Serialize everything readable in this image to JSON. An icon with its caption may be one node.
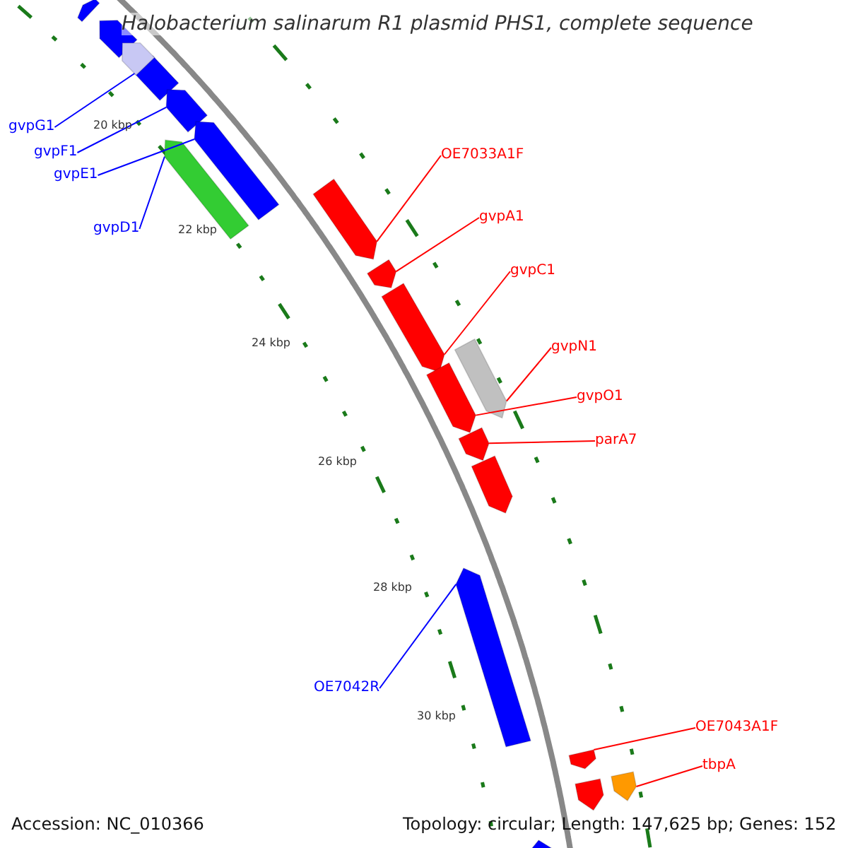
{
  "diagram": {
    "title": "Halobacterium salinarum R1 plasmid PHS1, complete sequence",
    "nodes": [
      {
        "text": [
          "gvpG1"
        ]
      },
      {
        "text": [],
        "shape": "bar"
      },
      {
        "text": [
          "gvpF1"
        ]
      },
      {
        "text": [],
        "shape": "bar"
      },
      {
        "text": [
          "gvpE1"
        ]
      },
      {
        "text": [],
        "shape": "bar"
      },
      {
        "text": [
          "gvpD1"
        ]
      },
      {
        "text": [],
        "shape": "bar"
      },
      {
        "text": [
          "OE7033A1F"
        ]
      },
      {
        "text": [],
        "shape": "bar"
      },
      {
        "text": [
          "gvpA1"
        ]
      },
      {
        "text": [],
        "shape": "bar"
      },
      {
        "text": [
          "gvpC1"
        ]
      },
      {
        "text": [],
        "shape": "bar"
      },
      {
        "text": [
          "gvpN1"
        ]
      },
      {
        "text": [],
        "shape": "bar"
      },
      {
        "text": [
          "gvpO1"
        ]
      },
      {
        "text": [],
        "shape": "bar"
      },
      {
        "text": [
          "parA7"
        ]
      },
      {
        "text": [],
        "shape": "bar"
      },
      {
        "text": [
          "OE7042R"
        ]
      },
      {
        "text": [],
        "shape": "bar"
      },
      {
        "text": [
          "OE7043A1F"
        ]
      },
      {
        "text": [],
        "shape": "bar"
      },
      {
        "text": [
          "tbpA"
        ]
      },
      {
        "text": [],
        "shape": "bar"
      },
      {
        "text": [],
        "shape": "bar"
      },
      {
        "text": [],
        "shape": "bar"
      },
      {
        "text": [],
        "shape": "bar"
      },
      {
        "text": [],
        "shape": "bar"
      },
      {
        "text": [],
        "shape": "bar"
      },
      {
        "text": [],
        "shape": "bar"
      }
    ],
    "edges": [
      {
        "from": 0,
        "to": 1,
        "arrow": "none",
        "color": "#0000ff"
      },
      {
        "from": 2,
        "to": 3,
        "arrow": "none",
        "color": "#0000ff"
      },
      {
        "from": 4,
        "to": 5,
        "arrow": "none",
        "color": "#0000ff"
      },
      {
        "from": 6,
        "to": 7,
        "arrow": "none",
        "color": "#0000ff"
      },
      {
        "from": 8,
        "to": 9,
        "arrow": "none"
      },
      {
        "from": 10,
        "to": 11,
        "arrow": "none"
      },
      {
        "from": 12,
        "to": 13,
        "arrow": "none"
      },
      {
        "from": 14,
        "to": 15,
        "arrow": "none"
      },
      {
        "from": 16,
        "to": 17,
        "arrow": "none"
      },
      {
        "from": 18,
        "to": 19,
        "arrow": "none"
      },
      {
        "from": 20,
        "to": 21,
        "arrow": "none",
        "color": "#0000ff"
      },
      {
        "from": 22,
        "to": 23,
        "arrow": "none"
      },
      {
        "from": 24,
        "to": 25,
        "arrow": "none"
      }
    ],
    "labels": [
      "20 kbp",
      "22 kbp",
      "24 kbp",
      "26 kbp",
      "28 kbp",
      "30 kbp",
      "Accession: NC_010366",
      "Topology: circular; Length: 147,625 bp; Genes: 152"
    ]
  }
}
